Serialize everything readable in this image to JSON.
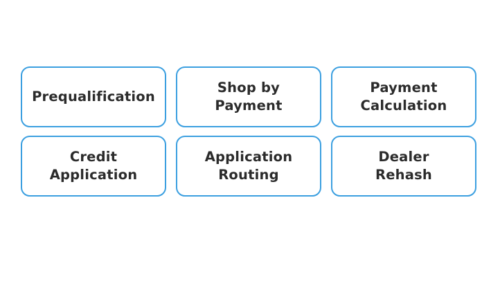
{
  "colors": {
    "card_border": "#3b9fe0",
    "card_text": "#2b2b2b",
    "background": "#ffffff"
  },
  "cards": [
    {
      "label": "Prequalification"
    },
    {
      "label": "Shop by\nPayment"
    },
    {
      "label": "Payment\nCalculation"
    },
    {
      "label": "Credit\nApplication"
    },
    {
      "label": "Application\nRouting"
    },
    {
      "label": "Dealer\nRehash"
    }
  ]
}
